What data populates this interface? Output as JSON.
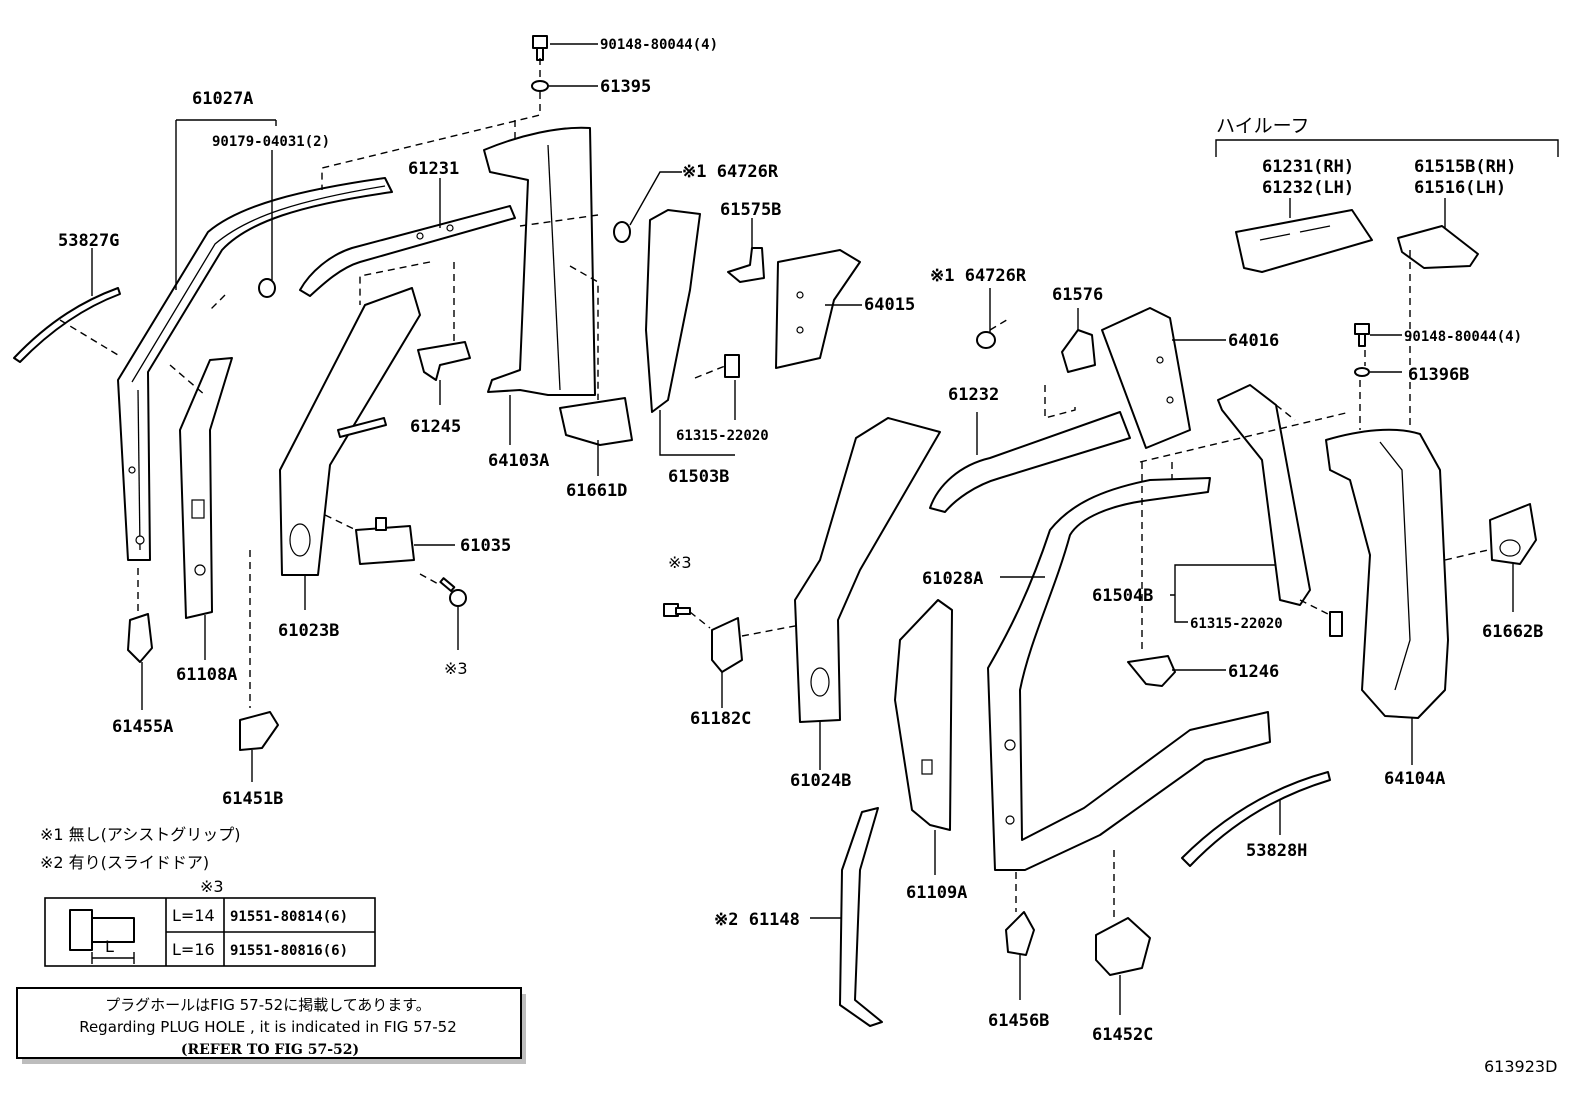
{
  "labels": {
    "bolt_top": "90148-80044(4)",
    "nut_top": "61395",
    "p61027A": "61027A",
    "p90179": "90179-04031(2)",
    "p53827G": "53827G",
    "p61231": "61231",
    "p64726R_a": "※1 64726R",
    "p61575B": "61575B",
    "p64015": "64015",
    "p61245": "61245",
    "p64103A": "64103A",
    "p61315_a": "61315-22020",
    "p61503B": "61503B",
    "p61661D": "61661D",
    "p61035": "61035",
    "p61023B": "61023B",
    "p61108A": "61108A",
    "p61455A": "61455A",
    "p61451B": "61451B",
    "mark3_a": "※3",
    "highroof": "ハイルーフ",
    "p61231_rh": "61231(RH)",
    "p61232_lh": "61232(LH)",
    "p61515B": "61515B(RH)",
    "p61516": "61516(LH)",
    "bolt_right": "90148-80044(4)",
    "p61396B": "61396B",
    "p64726R_b": "※1 64726R",
    "p61576": "61576",
    "p64016": "64016",
    "p61232": "61232",
    "p61028A": "61028A",
    "p61504B": "61504B",
    "p61315_b": "61315-22020",
    "p61246": "61246",
    "p61662B": "61662B",
    "p64104A": "64104A",
    "mark3_b": "※3",
    "p61182C": "61182C",
    "p61024B": "61024B",
    "p61109A": "61109A",
    "p53828H": "53828H",
    "p61148": "※2 61148",
    "p61456B": "61456B",
    "p61452C": "61452C",
    "fig_id": "613923D"
  },
  "notes": {
    "n1": "※1 無し(アシストグリップ)",
    "n2": "※2 有り(スライドドア)"
  },
  "bolt_table": {
    "mark": "※3",
    "dim": "L",
    "rows": [
      {
        "length": "L=14",
        "part": "91551-80814(6)"
      },
      {
        "length": "L=16",
        "part": "91551-80816(6)"
      }
    ]
  },
  "footer_note": {
    "jp": "プラグホールはFIG 57-52に掲載してあります。",
    "en": "Regarding PLUG HOLE , it is indicated in FIG 57-52",
    "ref": "(REFER TO FIG 57-52)"
  }
}
